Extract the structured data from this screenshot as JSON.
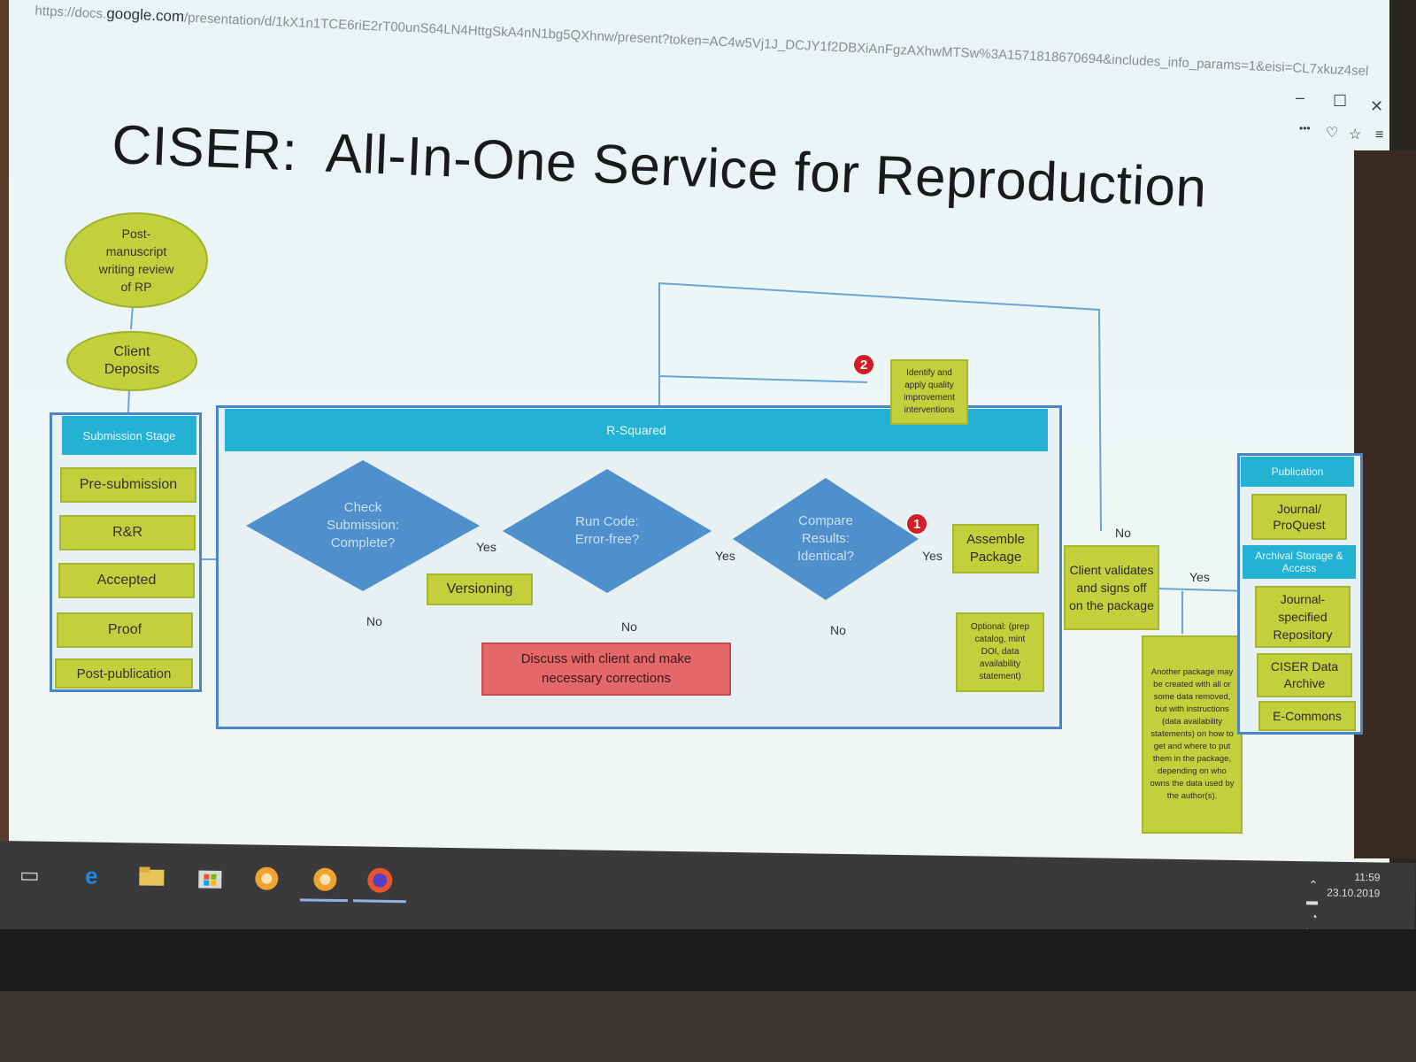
{
  "browser": {
    "url_prefix": "https://docs.",
    "url_domain": "google.com",
    "url_path": "/presentation/d/1kX1n1TCE6riE2rT00unS64LN4HttgSkA4nN1bg5QXhnw/present?token=AC4w5Vj1J_DCJY1f2DBXiAnFgzAXhwMTSw%3A1571818670694&includes_info_params=1&eisi=CL7xkuz4sel",
    "minimize_glyph": "–",
    "maximize_glyph": "☐",
    "close_glyph": "✕",
    "more_glyph": "•••",
    "pocket_glyph": "♡",
    "bookmark_glyph": "☆",
    "menu_glyph": "≡"
  },
  "slide": {
    "title_prefix": "CISER:",
    "title_rest": "All-In-One Service for Reproduction",
    "start_ellipse": "Post-manuscript writing review of RP",
    "deposit_ellipse": "Client Deposits",
    "submission_stage": {
      "header": "Submission Stage",
      "items": [
        "Pre-submission",
        "R&R",
        "Accepted",
        "Proof",
        "Post-publication"
      ]
    },
    "rsquared": {
      "header": "R-Squared",
      "diamond_check": "Check Submission: Complete?",
      "diamond_run": "Run Code: Error-free?",
      "diamond_compare": "Compare Results: Identical?",
      "versioning": "Versioning",
      "discuss": "Discuss with client and make necessary corrections",
      "assemble": "Assemble Package",
      "optional": "Optional: (prep catalog, mint DOI, data availability statement)"
    },
    "identify_box": "Identify and apply quality improvement interventions",
    "badge_1": "1",
    "badge_2": "2",
    "client_validates": "Client validates and signs off on the package",
    "another_package": "Another package may be created with all or some data removed, but with instructions (data availability statements) on how to get and where to put them in the package, depending on who owns the data used by the author(s).",
    "labels": {
      "yes": "Yes",
      "no": "No"
    },
    "publication": {
      "header": "Publication",
      "journal": "Journal/ ProQuest",
      "archival_header": "Archival Storage & Access",
      "items": [
        "Journal-specified Repository",
        "CISER Data Archive",
        "E-Commons"
      ]
    }
  },
  "taskbar": {
    "clock_time": "11:59",
    "clock_date": "23.10.2019"
  },
  "colors": {
    "green": "#c4cf3c",
    "blue_diamond": "#4f8fcb",
    "header_cyan": "#23b1d4",
    "red_box": "#e4676a",
    "badge_red": "#d21f27"
  }
}
